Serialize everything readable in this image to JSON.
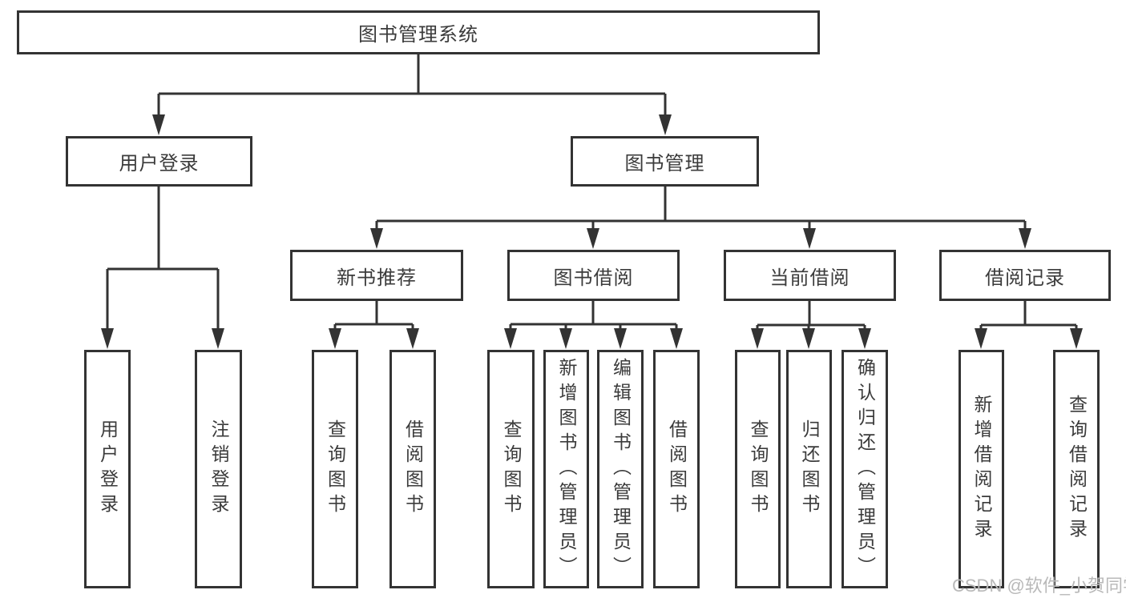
{
  "diagram": {
    "root": {
      "label": "图书管理系统"
    },
    "branches": {
      "user_login": {
        "label": "用户登录",
        "children": [
          "用户登录",
          "注销登录"
        ]
      },
      "book_management": {
        "label": "图书管理",
        "children": {
          "new_book_recommend": {
            "label": "新书推荐",
            "children": [
              "查询图书",
              "借阅图书"
            ]
          },
          "book_borrowing": {
            "label": "图书借阅",
            "children": [
              "查询图书",
              "新增图书（管理员）",
              "编辑图书（管理员）",
              "借阅图书"
            ]
          },
          "current_borrowing": {
            "label": "当前借阅",
            "children": [
              "查询图书",
              "归还图书",
              "确认归还（管理员）"
            ]
          },
          "borrowing_records": {
            "label": "借阅记录",
            "children": [
              "新增借阅记录",
              "查询借阅记录"
            ]
          }
        }
      }
    }
  },
  "watermark": {
    "text": "CSDN @软件_小贺同学"
  },
  "colors": {
    "line": "#333333",
    "box_border": "#333333",
    "box_fill": "#ffffff",
    "text": "#3b3b3b",
    "watermark": "#b9b9b9",
    "background": "#ffffff"
  }
}
